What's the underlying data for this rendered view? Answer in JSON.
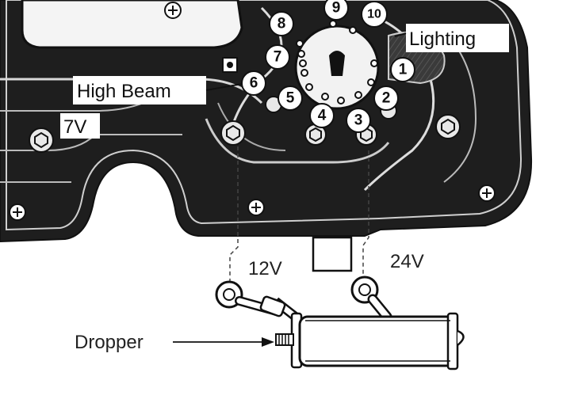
{
  "labels": {
    "lighting": "Lighting",
    "high_beam": "High Beam",
    "seven_v": "7V",
    "twelve_v": "12V",
    "twentyfour_v": "24V",
    "dropper": "Dropper"
  },
  "terminals": [
    "1",
    "2",
    "3",
    "4",
    "5",
    "6",
    "7",
    "8",
    "9",
    "10"
  ],
  "icons": [
    "screw-icon",
    "nut-icon",
    "terminal-eyelet-icon",
    "arrow-icon"
  ]
}
